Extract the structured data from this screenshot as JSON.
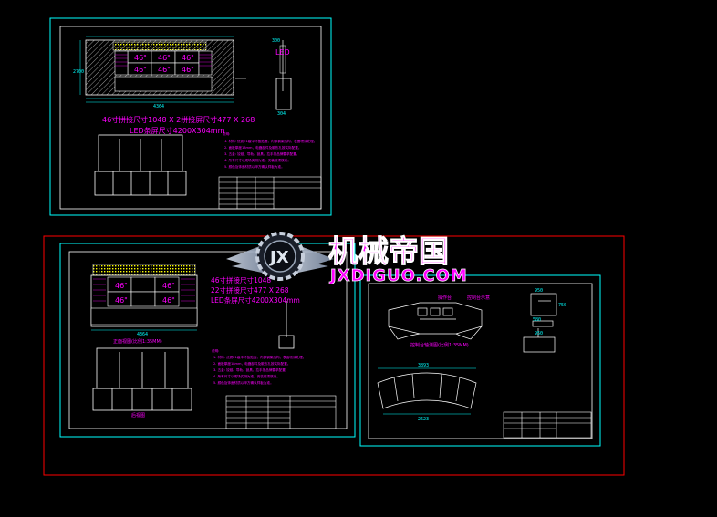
{
  "sheet1": {
    "screen_sizes": [
      "46\"",
      "46\"",
      "46\"",
      "46\"",
      "46\"",
      "46\""
    ],
    "spec_line1": "46寸拼接尺寸1048 X 2拼接屏尺寸477 X 268",
    "spec_line2": "LED条屏尺寸4200X304mm",
    "dim_bottom": "4364",
    "dim_left": "2700",
    "side_dims": [
      "300",
      "304"
    ],
    "led_label": "LED",
    "notes_title": "说明:",
    "notes": [
      "1. 材料: 优质E1级中纤板贴面，内部钢架结构，表面喷涂处理。",
      "2. 面板厚度18mm，电器部件及散热孔按实际配置。",
      "3. 五金: 铰链、导轨、锁具、拉手按品牌要求配置。",
      "4. 所有尺寸以现场实测为准，安装前须核对。",
      "5. 颜色及饰面材质以甲方确认样板为准。"
    ]
  },
  "sheet2": {
    "screen_sizes": [
      "46\"",
      "46\"",
      "46\"",
      "46\""
    ],
    "spec_line1": "46寸拼接尺寸1048",
    "spec_line2": "22寸拼接尺寸477 X 268",
    "spec_line3": "LED条屏尺寸4200X304mm",
    "dim_bottom": "4364",
    "cap_front": "正面视图(比例1:35MM)",
    "cap_back": "后视图",
    "notes_title": "说明:",
    "notes": [
      "1. 材料: 优质E1级中纤板贴面，内部钢架结构，表面喷涂处理。",
      "2. 面板厚度18mm，电器部件及散热孔按实际配置。",
      "3. 五金: 铰链、导轨、锁具、拉手按品牌要求配置。",
      "4. 所有尺寸以现场实测为准，安装前须核对。",
      "5. 颜色及饰面材质以甲方确认样板为准。"
    ]
  },
  "sheet3": {
    "label_console": "操作台",
    "label_detail": "控制台示意",
    "cap_iso": "控制台轴测图(比例1:35MM)",
    "dim_top": "3893",
    "dim_bottom": "2623",
    "side_dims": [
      "950",
      "750",
      "580",
      "950"
    ]
  },
  "watermark": {
    "title": "机械帝国",
    "url": "JXDIGUO.COM",
    "badge_letters": "JX"
  },
  "colors": {
    "frame": "#00ffff",
    "red_frame": "#ff0000",
    "line": "#ffffff",
    "text": "#ff00ff",
    "dim": "#00ffff",
    "accent": "#ffff00",
    "brand": "#ff00ff"
  }
}
